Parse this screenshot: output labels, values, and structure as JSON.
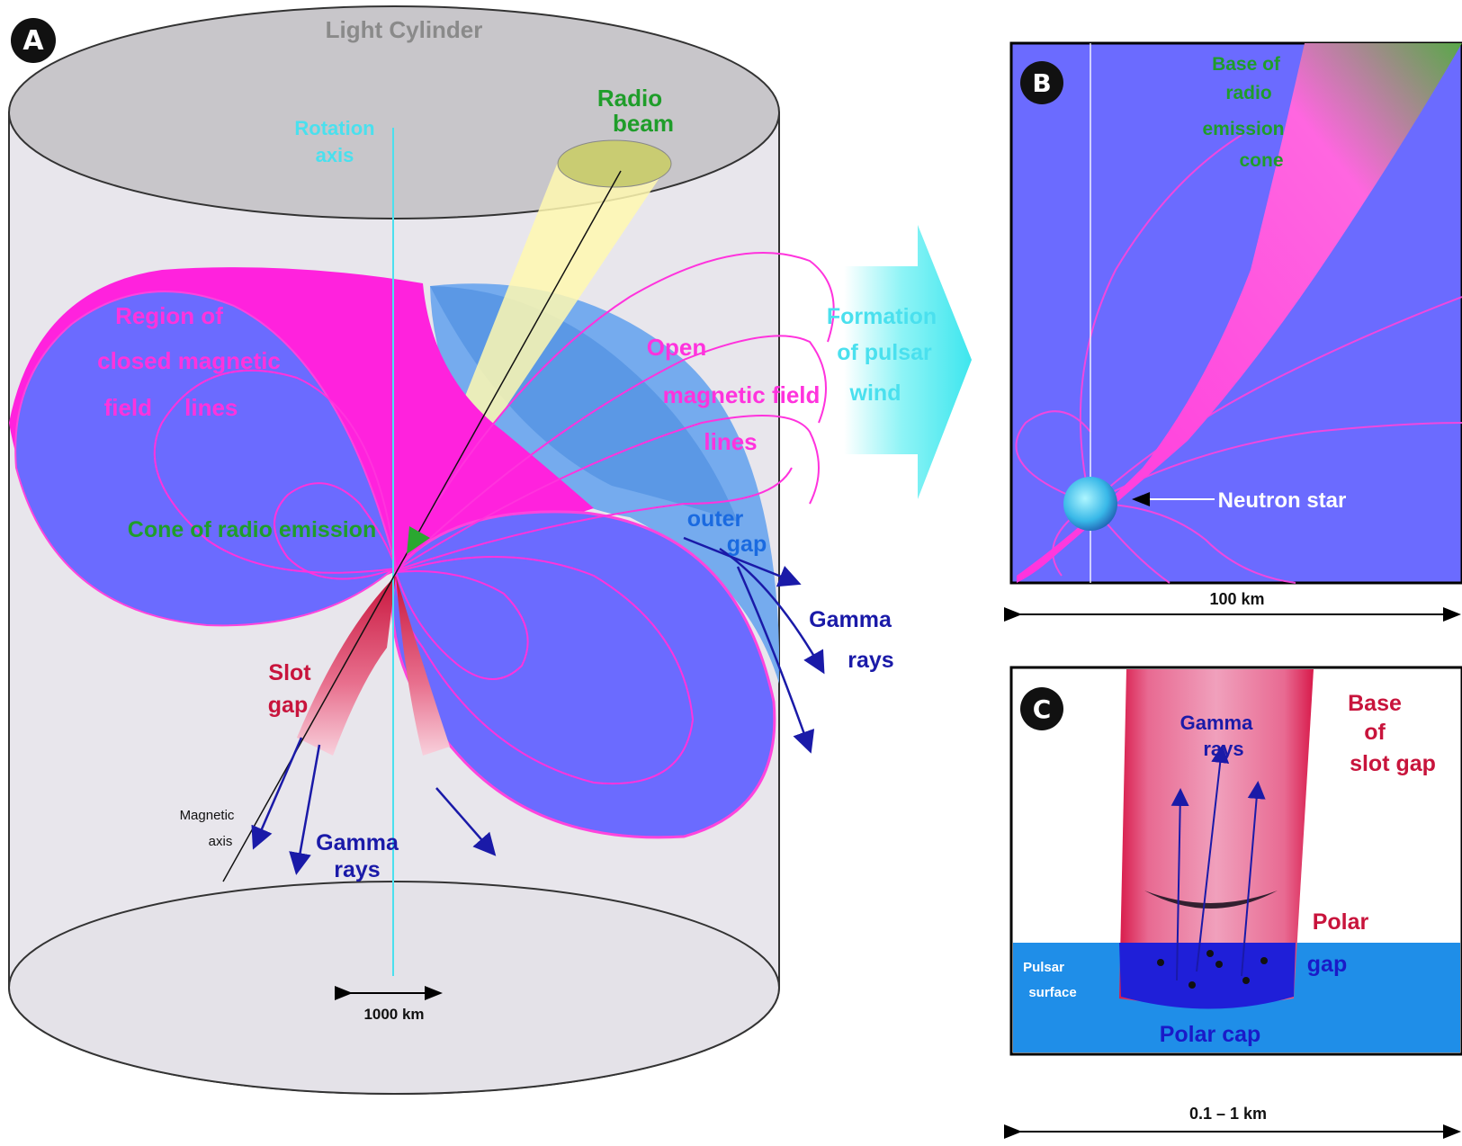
{
  "panel_a": {
    "letter": "A",
    "light_cylinder": "Light  Cylinder",
    "rotation_axis": [
      "Rotation",
      "axis"
    ],
    "radio_beam": [
      "Radio",
      "beam"
    ],
    "closed_region": [
      "Region  of",
      "closed  magnetic",
      "field     lines"
    ],
    "open_lines": [
      "Open",
      "magnetic field",
      "lines"
    ],
    "cone_radio": "Cone of radio emission",
    "outer_gap": [
      "outer",
      "gap"
    ],
    "gamma_rays_right": [
      "Gamma",
      "rays"
    ],
    "slot_gap": [
      "Slot",
      "gap"
    ],
    "magnetic_axis": [
      "Magnetic",
      "axis"
    ],
    "gamma_rays_bottom": [
      "Gamma",
      "rays"
    ],
    "scale": "1000 km"
  },
  "arrow_text": [
    "Formation",
    "of pulsar",
    "wind"
  ],
  "panel_b": {
    "letter": "B",
    "base_radio": [
      "Base of",
      "radio",
      "emission",
      "cone"
    ],
    "neutron_star": "Neutron star",
    "scale": "100 km"
  },
  "panel_c": {
    "letter": "C",
    "gamma_rays": [
      "Gamma",
      "rays"
    ],
    "base_slot": [
      "Base",
      "of",
      "slot gap"
    ],
    "polar_gap": [
      "Polar",
      "gap"
    ],
    "pulsar_surface": [
      "Pulsar",
      "surface"
    ],
    "polar_cap": "Polar cap",
    "scale": "0.1 – 1 km"
  },
  "colors": {
    "magenta": "#ff33dd",
    "lobe_blue": "#6b6bff",
    "green": "#1f9d2a",
    "cyan": "#55e8f0",
    "navy": "#1a1aa8",
    "crimson": "#cc1a4a"
  }
}
